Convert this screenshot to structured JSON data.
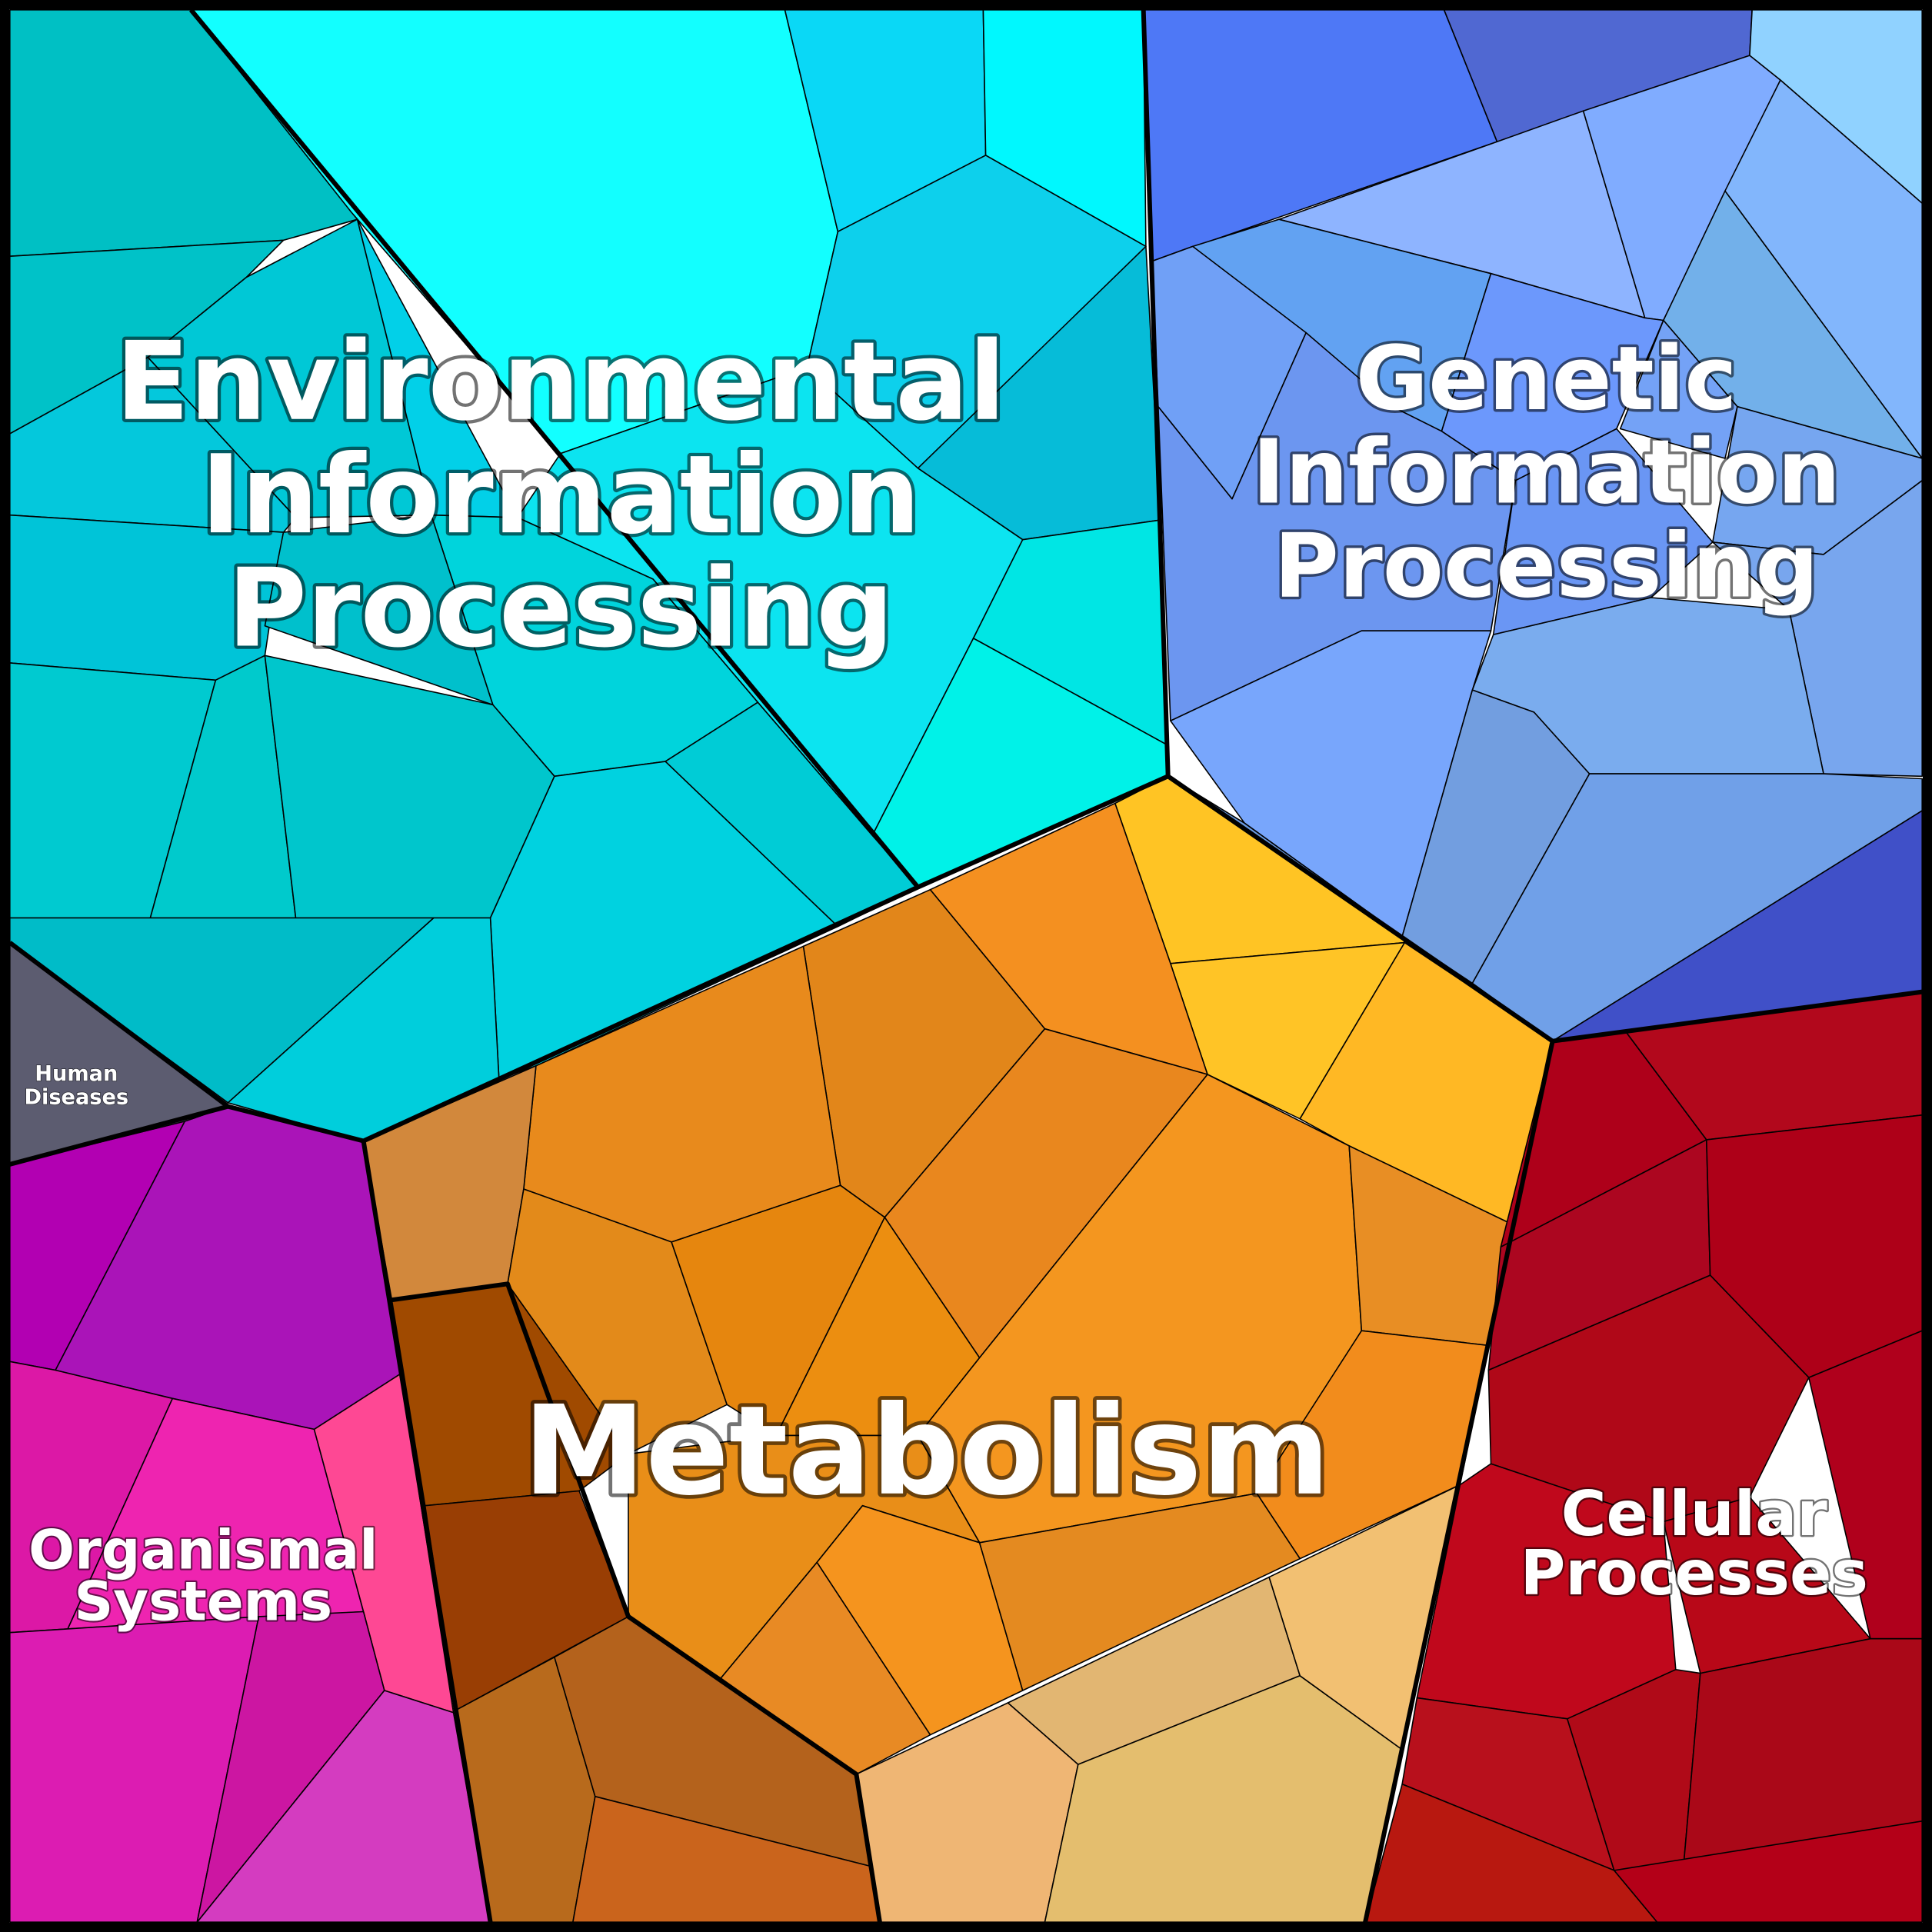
{
  "chart_data": {
    "type": "voronoi-treemap",
    "categories": [
      {
        "name": "Environmental Information Processing",
        "lines": [
          "Environmental",
          "Information",
          "Processing"
        ],
        "color": "#0fd4e6"
      },
      {
        "name": "Genetic Information Processing",
        "lines": [
          "Genetic",
          "Information",
          "Processing"
        ],
        "color": "#6f9ff8"
      },
      {
        "name": "Metabolism",
        "lines": [
          "Metabolism"
        ],
        "color": "#ee9020"
      },
      {
        "name": "Cellular Processes",
        "lines": [
          "Cellular",
          "Processes"
        ],
        "color": "#b0081c"
      },
      {
        "name": "Organismal Systems",
        "lines": [
          "Organismal",
          "Systems"
        ],
        "color": "#d81eb0"
      },
      {
        "name": "Human Diseases",
        "lines": [
          "Human",
          "Diseases"
        ],
        "color": "#5c5c70"
      }
    ]
  }
}
